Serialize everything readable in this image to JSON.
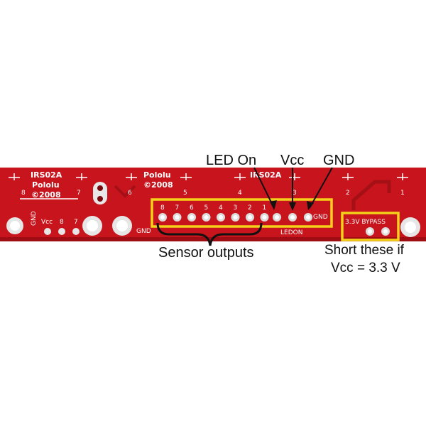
{
  "colors": {
    "board": "#c8141c",
    "board_edge": "#9e0d13",
    "silkscreen": "#ffffff",
    "pad_ring": "#d9d9d9",
    "highlight_box": "#f2d21a",
    "annotation": "#111111"
  },
  "board": {
    "label_left": {
      "line1": "IRS02A",
      "line2": "Pololu",
      "line3": "©2008"
    },
    "label_mid": {
      "line1": "Pololu",
      "line2": "©2008"
    },
    "label_right": "IRS02A",
    "sensor_pads": [
      "8",
      "7",
      "6",
      "5",
      "4",
      "3",
      "2",
      "1"
    ],
    "sensor_zone_numbers": [
      "8",
      "7",
      "6",
      "5",
      "4",
      "3",
      "2",
      "1"
    ],
    "left_header": {
      "gnd": "GND",
      "vcc": "Vcc",
      "p8": "8",
      "p7": "7"
    },
    "gnd_under": "GND",
    "gnd_right": "GND",
    "ledon": "LEDON",
    "bypass": "3.3V BYPASS"
  },
  "annotations": {
    "led_on": "LED On",
    "vcc": "Vcc",
    "gnd": "GND",
    "sensor_outputs": "Sensor outputs",
    "short_line1": "Short these if",
    "short_line2": "Vcc = 3.3 V"
  }
}
